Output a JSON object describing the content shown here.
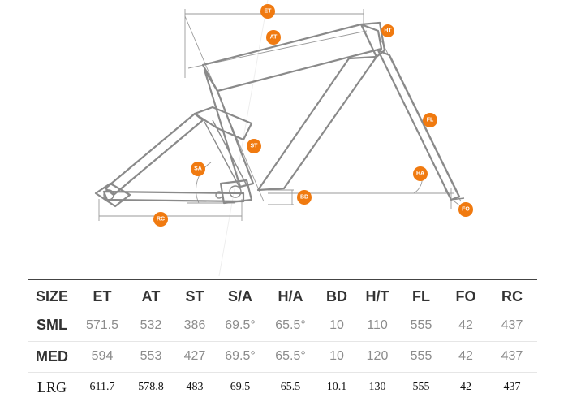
{
  "diagram": {
    "labels": {
      "et": "ET",
      "at": "AT",
      "ht": "HT",
      "st": "ST",
      "sa": "SA",
      "fl": "FL",
      "ha": "HA",
      "bd": "BD",
      "fo": "FO",
      "rc": "RC"
    },
    "badge_color": "#f07a10",
    "frame_color": "#8a8a8a"
  },
  "table": {
    "headers": [
      "SIZE",
      "ET",
      "AT",
      "ST",
      "S/A",
      "H/A",
      "BD",
      "H/T",
      "FL",
      "FO",
      "RC"
    ],
    "rows": [
      [
        "SML",
        "571.5",
        "532",
        "386",
        "69.5°",
        "65.5°",
        "10",
        "110",
        "555",
        "42",
        "437"
      ],
      [
        "MED",
        "594",
        "553",
        "427",
        "69.5°",
        "65.5°",
        "10",
        "120",
        "555",
        "42",
        "437"
      ],
      [
        "LRG",
        "611.7",
        "578.8",
        "483",
        "69.5",
        "65.5",
        "10.1",
        "130",
        "555",
        "42",
        "437"
      ]
    ]
  }
}
